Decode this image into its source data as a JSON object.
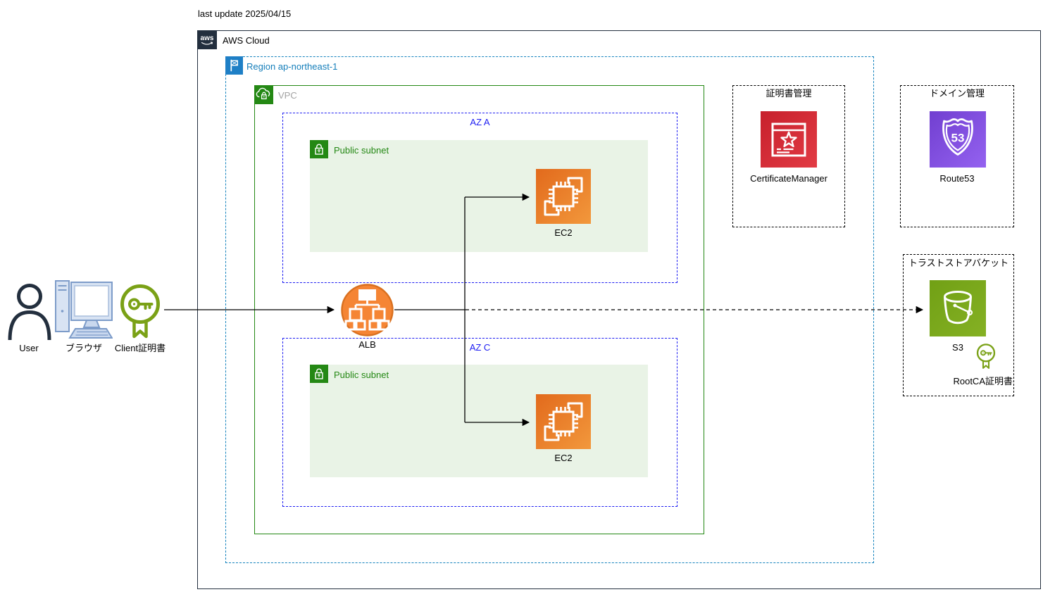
{
  "page": {
    "last_update": "last update 2025/04/15"
  },
  "aws_cloud": {
    "label": "AWS Cloud",
    "logo_text": "aws"
  },
  "region": {
    "label": "Region ap-northeast-1"
  },
  "vpc": {
    "label": "VPC"
  },
  "zones": {
    "az_a": {
      "label": "AZ A",
      "subnet": "Public subnet",
      "ec2": "EC2"
    },
    "az_c": {
      "label": "AZ C",
      "subnet": "Public subnet",
      "ec2": "EC2"
    }
  },
  "alb": {
    "label": "ALB"
  },
  "actors": {
    "user": "User",
    "browser": "ブラウザ",
    "client_cert": "Client証明書"
  },
  "side_boxes": {
    "certificate": {
      "title": "証明書管理",
      "service": "CertificateManager"
    },
    "domain": {
      "title": "ドメイン管理",
      "service": "Route53",
      "shield_text": "53"
    },
    "trust_store": {
      "title": "トラストストアバケット",
      "service": "S3",
      "root_ca": "RootCA証明書"
    }
  },
  "icons": {
    "aws_cloud": "aws-logo-icon",
    "region": "flag-icon",
    "vpc": "vpc-cloud-lock-icon",
    "public_subnet": "padlock-icon",
    "ec2": "ec2-chip-icon",
    "alb": "load-balancer-icon",
    "user": "person-icon",
    "browser": "desktop-computer-icon",
    "client_cert": "certificate-key-badge-icon",
    "certificate_manager": "certificate-star-icon",
    "route53": "route53-shield-icon",
    "s3": "bucket-icon",
    "root_ca_cert": "certificate-key-badge-icon"
  },
  "colors": {
    "aws_dark": "#232F3E",
    "region_blue": "#147EBA",
    "az_blue": "#1D1DF2",
    "vpc_green": "#248814",
    "subnet_fill": "#E9F3E6",
    "ec2_orange_start": "#E26A1C",
    "ec2_orange_end": "#F2983C",
    "alb_orange": "#F58534",
    "acm_red_start": "#C7202C",
    "acm_red_end": "#E23B44",
    "route53_purple_start": "#713FD0",
    "route53_purple_end": "#9462F0",
    "s3_green": "#7AA116",
    "badge_green": "#7AA116",
    "client_pc_blue": "#7D9CC9",
    "connector_black": "#000000"
  }
}
